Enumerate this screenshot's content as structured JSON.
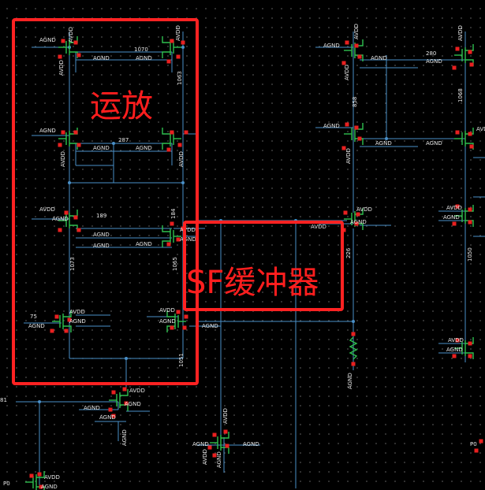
{
  "annotations": {
    "opamp": "运放",
    "sf_buffer": "SF缓冲器"
  },
  "nets": {
    "avdd": "AVDD",
    "agnd": "AGND"
  },
  "values": {
    "v1070": "1070",
    "v1063": "1063",
    "v287": "287",
    "v184": "184",
    "v189": "189",
    "v1073": "1073",
    "v1065": "1065",
    "v75": "75",
    "v1051": "1051",
    "v81": "81",
    "v280": "280",
    "v858": "858",
    "v1068": "1068",
    "v226": "226",
    "v1050": "1050",
    "p0a": "P0",
    "p0b": "P0"
  },
  "colors": {
    "wire": "#4a90c8",
    "transistor": "#2fbf4f",
    "pin": "#e82020",
    "highlight_box": "#ff2222"
  }
}
